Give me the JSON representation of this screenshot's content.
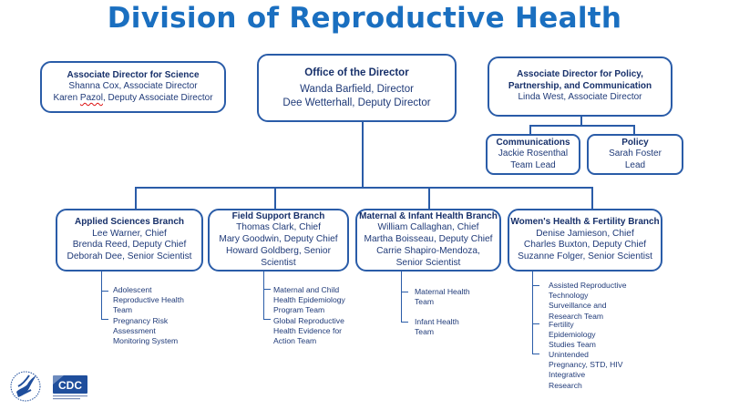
{
  "title": "Division of Reproductive Health",
  "top": {
    "science": {
      "heading": "Associate Director for Science",
      "line1": "Shanna Cox, Associate Director",
      "line2_pre": "Karen ",
      "line2_mark": "Pazol",
      "line2_post": ", Deputy Associate Director"
    },
    "director": {
      "heading": "Office of the Director",
      "line1": "Wanda Barfield, Director",
      "line2": "Dee Wetterhall, Deputy Director"
    },
    "policy": {
      "heading1": "Associate Director for Policy,",
      "heading2": "Partnership, and Communication",
      "line1": "Linda West, Associate Director"
    }
  },
  "sub": {
    "communications": {
      "heading": "Communications",
      "line1": "Jackie Rosenthal",
      "line2": "Team Lead"
    },
    "policy": {
      "heading": "Policy",
      "line1": "Sarah Foster",
      "line2": "Lead"
    }
  },
  "branches": [
    {
      "heading": "Applied Sciences Branch",
      "lines": [
        "Lee Warner, Chief",
        "Brenda Reed, Deputy Chief",
        "Deborah Dee, Senior Scientist"
      ],
      "teams": [
        [
          "Adolescent",
          "Reproductive Health",
          "Team"
        ],
        [
          "Pregnancy Risk",
          "Assessment",
          "Monitoring System"
        ]
      ]
    },
    {
      "heading": "Field Support Branch",
      "lines": [
        "Thomas Clark, Chief",
        "Mary Goodwin, Deputy Chief",
        "Howard Goldberg, Senior",
        "Scientist"
      ],
      "teams": [
        [
          "Maternal and Child",
          "Health Epidemiology",
          "Program Team"
        ],
        [
          "Global Reproductive",
          "Health Evidence for",
          "Action Team"
        ]
      ]
    },
    {
      "heading": "Maternal & Infant Health Branch",
      "lines": [
        "William Callaghan, Chief",
        "Martha Boisseau, Deputy Chief",
        "Carrie Shapiro-Mendoza,",
        "Senior Scientist"
      ],
      "teams": [
        [
          "Maternal Health",
          "Team"
        ],
        [
          "Infant Health",
          "Team"
        ]
      ]
    },
    {
      "heading": "Women's Health & Fertility Branch",
      "lines": [
        "Denise Jamieson, Chief",
        "Charles Buxton, Deputy Chief",
        "Suzanne Folger, Senior Scientist"
      ],
      "teams": [
        [
          "Assisted Reproductive",
          "Technology",
          "Surveillance and",
          "Research Team"
        ],
        [
          "Fertility",
          "Epidemiology",
          "Studies Team"
        ],
        [
          "Unintended",
          "Pregnancy, STD, HIV",
          "Integrative",
          "Research"
        ]
      ]
    }
  ],
  "logos": {
    "cdc": "CDC"
  }
}
